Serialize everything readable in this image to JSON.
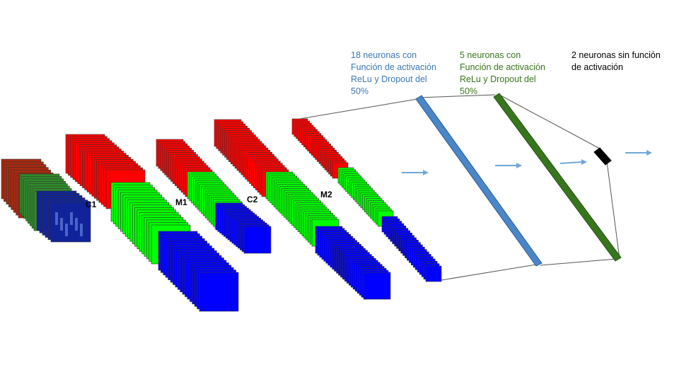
{
  "labels": {
    "c1": "C1",
    "m1": "M1",
    "c2": "C2",
    "m2": "M2"
  },
  "dense1": {
    "lines": [
      "18 neuronas con",
      "Función de activación",
      "ReLu y Dropout del",
      "50%"
    ],
    "color": "#3d78b4"
  },
  "dense2": {
    "lines": [
      "5 neuronas con",
      "Función de activación",
      "ReLu y Dropout del",
      "50%"
    ],
    "color": "#38761d"
  },
  "output": {
    "lines": [
      "2 neuronas sin función",
      "de activación"
    ],
    "color": "#000000"
  },
  "colors": {
    "red": "#ff0000",
    "green": "#00ff00",
    "blue": "#0000ff",
    "dense1_bar": "#4a86c8",
    "dense2_bar": "#38761d",
    "output_node": "#000000",
    "arrow": "#6fa8dc",
    "connector": "#555555"
  }
}
